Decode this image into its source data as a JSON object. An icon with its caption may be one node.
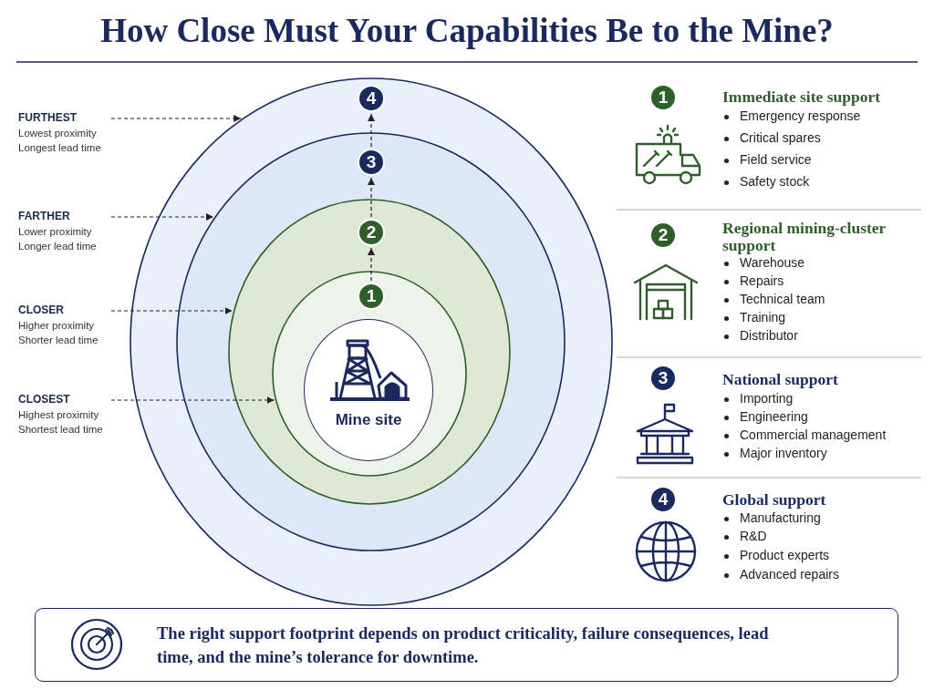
{
  "diagram": {
    "title": "How Close Must Your Capabilities Be to the Mine?",
    "nodes": [
      {
        "text": [],
        "shape": "circle"
      },
      {
        "text": [
          "4"
        ],
        "in": 0
      },
      {
        "text": [],
        "shape": "circle",
        "in": 0
      },
      {
        "text": [
          "3"
        ],
        "in": 2
      },
      {
        "text": [],
        "shape": "circle",
        "in": 2
      },
      {
        "text": [
          "2"
        ],
        "in": 4
      },
      {
        "text": [],
        "shape": "circle",
        "in": 4
      },
      {
        "text": [
          "1"
        ],
        "in": 6
      },
      {
        "text": [
          "Mine site"
        ],
        "in": 6
      },
      {
        "text": [
          "FURTHEST",
          "Lowest proximity",
          "Longest lead time"
        ]
      },
      {
        "text": [
          "FARTHER",
          "Lower proximity",
          "Longer lead time"
        ]
      },
      {
        "text": [
          "CLOSER",
          "Higher proximity",
          "Shorter lead time"
        ]
      },
      {
        "text": [
          "CLOSEST",
          "Highest proximity",
          "Shortest lead time"
        ]
      },
      {
        "text": [
          "1"
        ]
      },
      {
        "text": [
          "2"
        ]
      },
      {
        "text": [
          "3"
        ]
      },
      {
        "text": [
          "4"
        ]
      },
      {
        "text": [
          "The right support footprint depends on product criticality, failure consequences, lead time, and the mine’s tolerance for downtime."
        ]
      }
    ],
    "edges": [
      {
        "from": 7,
        "to": 5,
        "arrow": "to",
        "style": "dashed"
      },
      {
        "from": 5,
        "to": 3,
        "arrow": "to",
        "style": "dashed"
      },
      {
        "from": 3,
        "to": 1,
        "arrow": "to",
        "style": "dashed"
      },
      {
        "from": 9,
        "to": 0,
        "arrow": "to",
        "style": "dashed"
      },
      {
        "from": 10,
        "to": 2,
        "arrow": "to",
        "style": "dashed"
      },
      {
        "from": 11,
        "to": 4,
        "arrow": "to",
        "style": "dashed"
      },
      {
        "from": 12,
        "to": 6,
        "arrow": "to",
        "style": "dashed"
      }
    ],
    "labels": [
      "Immediate site support",
      "Emergency response",
      "Critical spares",
      "Field service",
      "Safety stock",
      "Regional mining-cluster support",
      "Warehouse",
      "Repairs",
      "Technical team",
      "Training",
      "Distributor",
      "National support",
      "Importing",
      "Engineering",
      "Commercial management",
      "Major inventory",
      "Global support",
      "Manufacturing",
      "R&D",
      "Product experts",
      "Advanced repairs"
    ]
  }
}
